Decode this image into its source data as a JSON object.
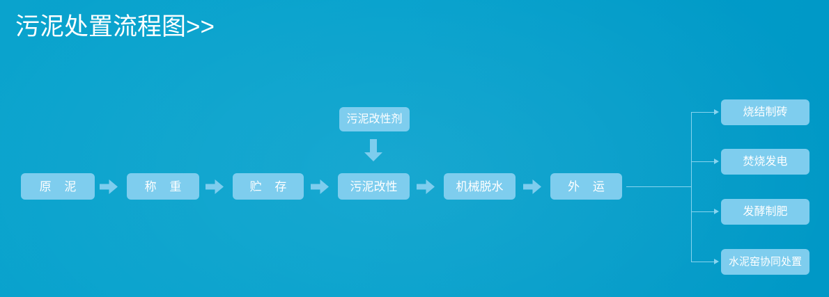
{
  "title": "污泥处置流程图>>",
  "colors": {
    "background": "#039fcb",
    "node_fill": "#7ecdee",
    "node_text": "#ffffff",
    "line": "#88d4ef",
    "title_text": "#ffffff"
  },
  "flow": {
    "main_chain": [
      {
        "label": "原 泥"
      },
      {
        "label": "称 重"
      },
      {
        "label": "贮 存"
      },
      {
        "label": "污泥改性"
      },
      {
        "label": "机械脱水"
      },
      {
        "label": "外 运"
      }
    ],
    "additive": {
      "label": "污泥改性剂"
    },
    "outcomes": [
      {
        "label": "烧结制砖"
      },
      {
        "label": "焚烧发电"
      },
      {
        "label": "发酵制肥"
      },
      {
        "label": "水泥窑协同处置"
      }
    ]
  }
}
